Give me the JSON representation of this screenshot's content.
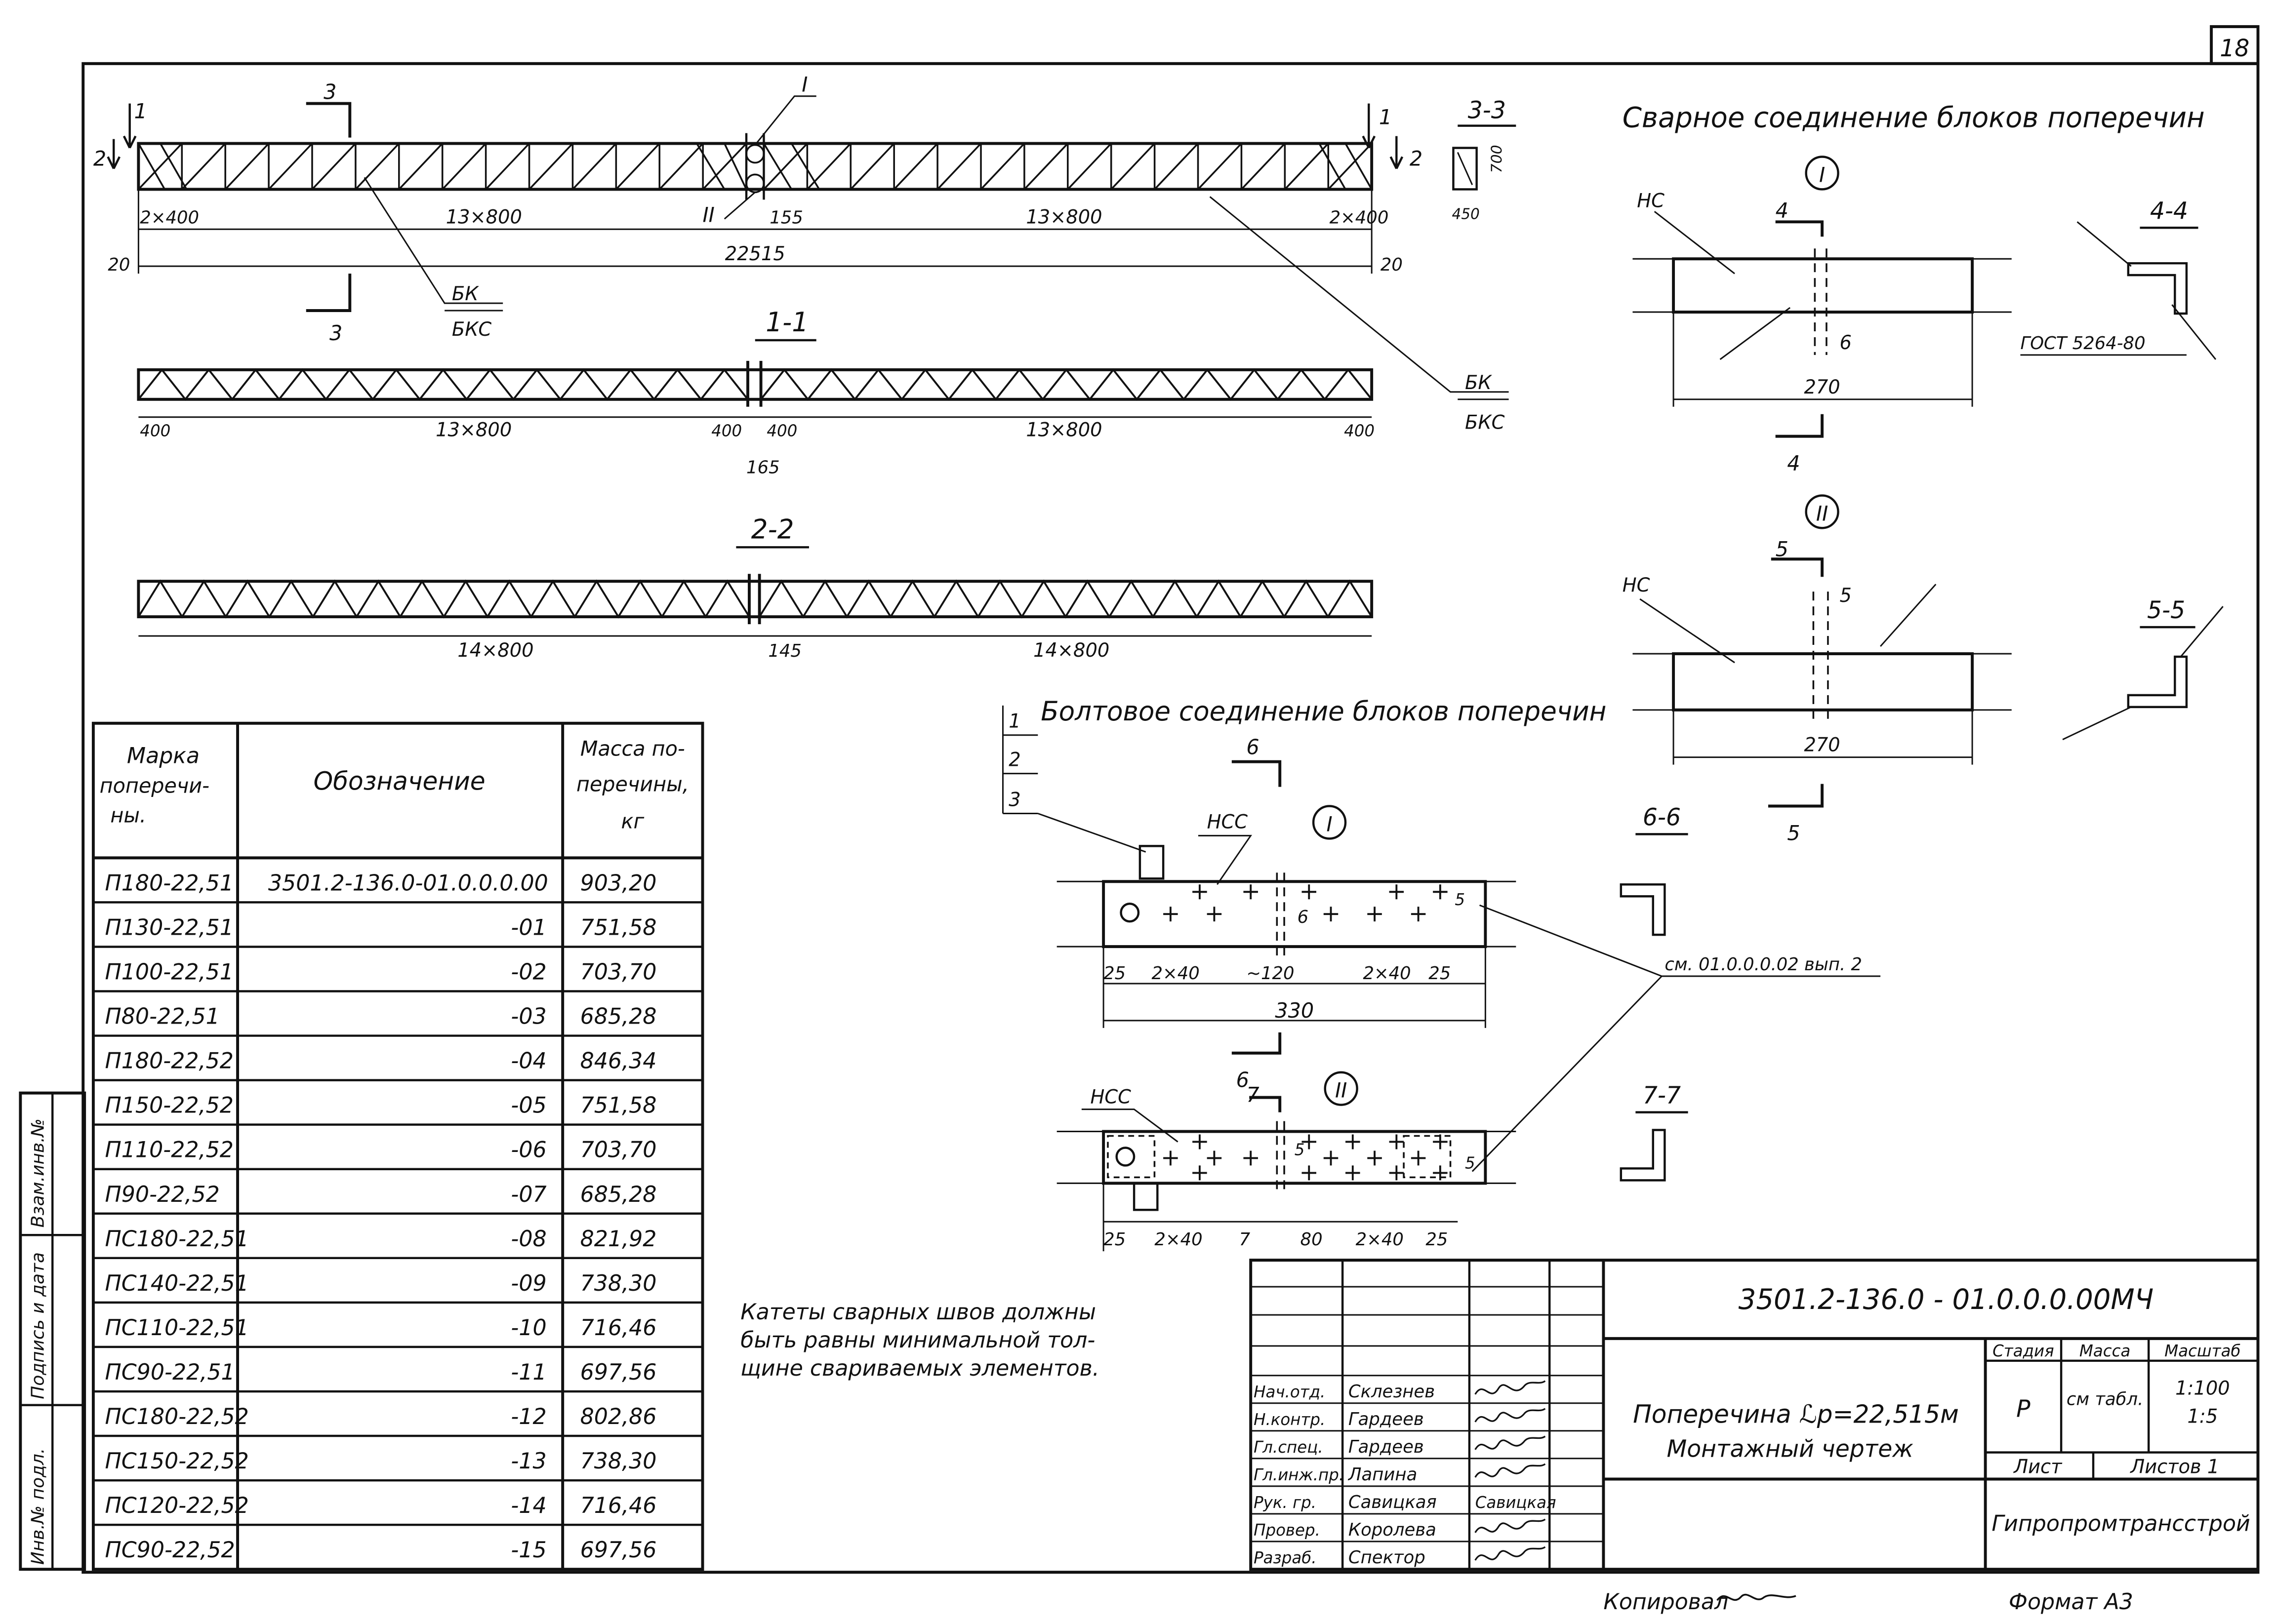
{
  "sheet_number": "18",
  "top_view": {
    "section_markers": {
      "s1": "1",
      "s2": "2",
      "s3": "3",
      "ref_I": "I",
      "ref_II": "II"
    },
    "dim_left_end": "2×400",
    "dim_left_panels": "13×800",
    "dim_joint": "155",
    "dim_right_panels": "13×800",
    "dim_right_end": "2×400",
    "dim_overall": "22515",
    "dim_left_offset": "20",
    "dim_right_offset": "20",
    "label_bk": "БК",
    "label_bks": "БКС"
  },
  "section_3_3": {
    "title": "3-3",
    "height": "700",
    "width": "450"
  },
  "section_1_1": {
    "title": "1-1",
    "dim_left": "400",
    "dim_left_panels": "13×800",
    "dim_mid_left": "400",
    "dim_mid_right": "400",
    "dim_right_panels": "13×800",
    "dim_right": "400",
    "dim_joint": "165",
    "label_bk": "БК",
    "label_bks": "БКС"
  },
  "section_2_2": {
    "title": "2-2",
    "dim_left_panels": "14×800",
    "dim_joint": "145",
    "dim_right_panels": "14×800"
  },
  "welded": {
    "title": "Сварное соединение блоков поперечин",
    "node_I": "I",
    "node_II": "II",
    "label_hc": "НС",
    "cut_4": "4",
    "cut_5": "5",
    "weld_size": "6",
    "plate_len_I": "270",
    "plate_len_II": "270",
    "gap_5": "5",
    "sec_4_4": "4-4",
    "sec_5_5": "5-5",
    "gost": "ГОСТ 5264-80"
  },
  "bolted": {
    "title": "Болтовое соединение блоков поперечин",
    "callouts": [
      "1",
      "2",
      "3"
    ],
    "label_hcc": "НСС",
    "node_I": "I",
    "node_II": "II",
    "cut_6": "6",
    "cut_7": "7",
    "mid_gap": "6",
    "side_gap": "5",
    "dims_I": [
      "25",
      "2×40",
      "~120",
      "2×40",
      "25"
    ],
    "total_I": "330",
    "dims_II": [
      "25",
      "2×40",
      "7",
      "80",
      "2×40",
      "25"
    ],
    "sec_6_6": "6-6",
    "sec_7_7": "7-7",
    "ref_note": "см. 01.0.0.0.02 вып. 2"
  },
  "weld_note": [
    "Катеты сварных швов должны",
    "быть равны минимальной тол-",
    "щине свариваемых элементов."
  ],
  "table": {
    "headers": [
      [
        "Марка",
        "поперечи-",
        "ны."
      ],
      [
        "Обозначение"
      ],
      [
        "Масса по-",
        "перечины,",
        "кг"
      ]
    ],
    "rows": [
      {
        "mark": "П180-22,51",
        "code": "3501.2-136.0-01.0.0.0.00",
        "mass": "903,20"
      },
      {
        "mark": "П130-22,51",
        "code": "-01",
        "mass": "751,58"
      },
      {
        "mark": "П100-22,51",
        "code": "-02",
        "mass": "703,70"
      },
      {
        "mark": "П80-22,51",
        "code": "-03",
        "mass": "685,28"
      },
      {
        "mark": "П180-22,52",
        "code": "-04",
        "mass": "846,34"
      },
      {
        "mark": "П150-22,52",
        "code": "-05",
        "mass": "751,58"
      },
      {
        "mark": "П110-22,52",
        "code": "-06",
        "mass": "703,70"
      },
      {
        "mark": "П90-22,52",
        "code": "-07",
        "mass": "685,28"
      },
      {
        "mark": "ПС180-22,51",
        "code": "-08",
        "mass": "821,92"
      },
      {
        "mark": "ПС140-22,51",
        "code": "-09",
        "mass": "738,30"
      },
      {
        "mark": "ПС110-22,51",
        "code": "-10",
        "mass": "716,46"
      },
      {
        "mark": "ПС90-22,51",
        "code": "-11",
        "mass": "697,56"
      },
      {
        "mark": "ПС180-22,52",
        "code": "-12",
        "mass": "802,86"
      },
      {
        "mark": "ПС150-22,52",
        "code": "-13",
        "mass": "738,30"
      },
      {
        "mark": "ПС120-22,52",
        "code": "-14",
        "mass": "716,46"
      },
      {
        "mark": "ПС90-22,52",
        "code": "-15",
        "mass": "697,56"
      }
    ]
  },
  "side_stamp": [
    "Инв.№ подл.",
    "Подпись и дата",
    "Взам.инв.№"
  ],
  "title_block": {
    "doc_code": "3501.2-136.0 - 01.0.0.0.00МЧ",
    "roles": [
      "Нач.отд.",
      "Н.контр.",
      "Гл.спец.",
      "Гл.инж.пр.",
      "Рук. гр.",
      "Провер.",
      "Разраб."
    ],
    "names": [
      "Склезнев",
      "Гардеев",
      "Гардеев",
      "Лапина",
      "Савицкая",
      "Королева",
      "Спектор"
    ],
    "signature_names": [
      "",
      "",
      "",
      "",
      "Савицкая",
      "",
      ""
    ],
    "product_title": "Поперечина  ℒр=22,515м",
    "product_subtitle": "Монтажный чертеж",
    "col_stage": "Стадия",
    "col_mass": "Масса",
    "col_scale": "Масштаб",
    "stage_value": "Р",
    "mass_value": "см табл.",
    "scale_values": [
      "1:100",
      "1:5"
    ],
    "sheet_label": "Лист",
    "sheets_label": "Листов 1",
    "org": "Гипропромтрансстрой"
  },
  "footer": {
    "copied": "Копировал",
    "format": "Формат А3"
  }
}
